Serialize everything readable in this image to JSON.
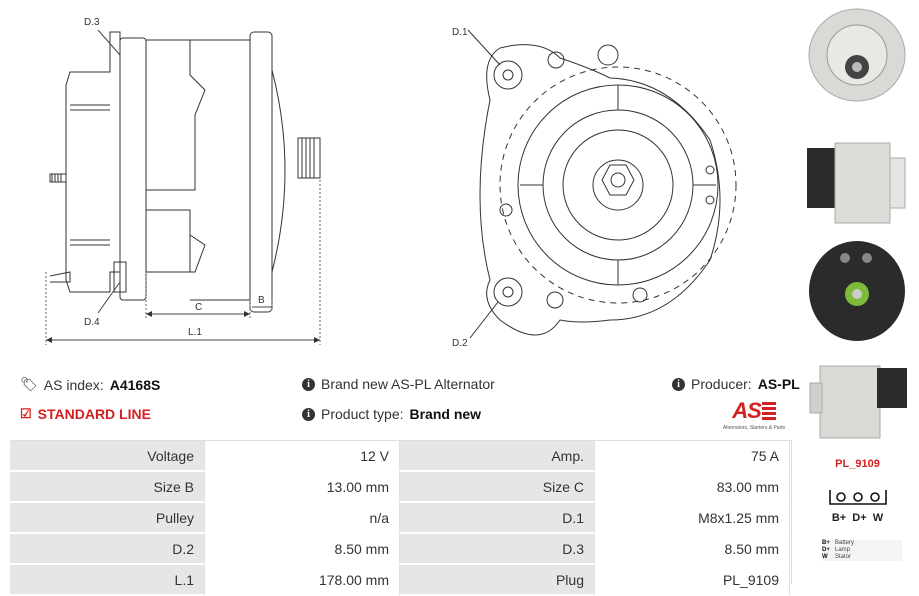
{
  "drawings": {
    "side_labels": {
      "d3": "D.3",
      "d4": "D.4",
      "c": "C",
      "b": "B",
      "l1": "L.1"
    },
    "front_labels": {
      "d1": "D.1",
      "d2": "D.2"
    }
  },
  "info": {
    "as_index_label": "AS index:",
    "as_index_value": "A4168S",
    "line": "STANDARD LINE",
    "description": "Brand new AS-PL Alternator",
    "product_type_label": "Product type:",
    "product_type_value": "Brand new",
    "producer_label": "Producer:",
    "producer_value": "AS-PL"
  },
  "logo": {
    "mark": "AS",
    "tagline": "Alternators, Starters & Parts"
  },
  "specs": [
    {
      "l1": "Voltage",
      "v1": "12 V",
      "l2": "Amp.",
      "v2": "75 A"
    },
    {
      "l1": "Size B",
      "v1": "13.00 mm",
      "l2": "Size C",
      "v2": "83.00 mm"
    },
    {
      "l1": "Pulley",
      "v1": "n/a",
      "l2": "D.1",
      "v2": "M8x1.25 mm"
    },
    {
      "l1": "D.2",
      "v1": "8.50 mm",
      "l2": "D.3",
      "v2": "8.50 mm"
    },
    {
      "l1": "L.1",
      "v1": "178.00 mm",
      "l2": "Plug",
      "v2": "PL_9109"
    }
  ],
  "plug": {
    "id": "PL_9109",
    "terminals": "B+  D+  W",
    "legend": [
      {
        "code": "B+",
        "label": "Battery"
      },
      {
        "code": "D+",
        "label": "Lamp"
      },
      {
        "code": "W",
        "label": "Stator"
      }
    ]
  },
  "colors": {
    "accent_red": "#d42020",
    "label_bg": "#e6e6e6",
    "photo_body": "#d9d9d6",
    "photo_dark": "#2b2b2b"
  }
}
